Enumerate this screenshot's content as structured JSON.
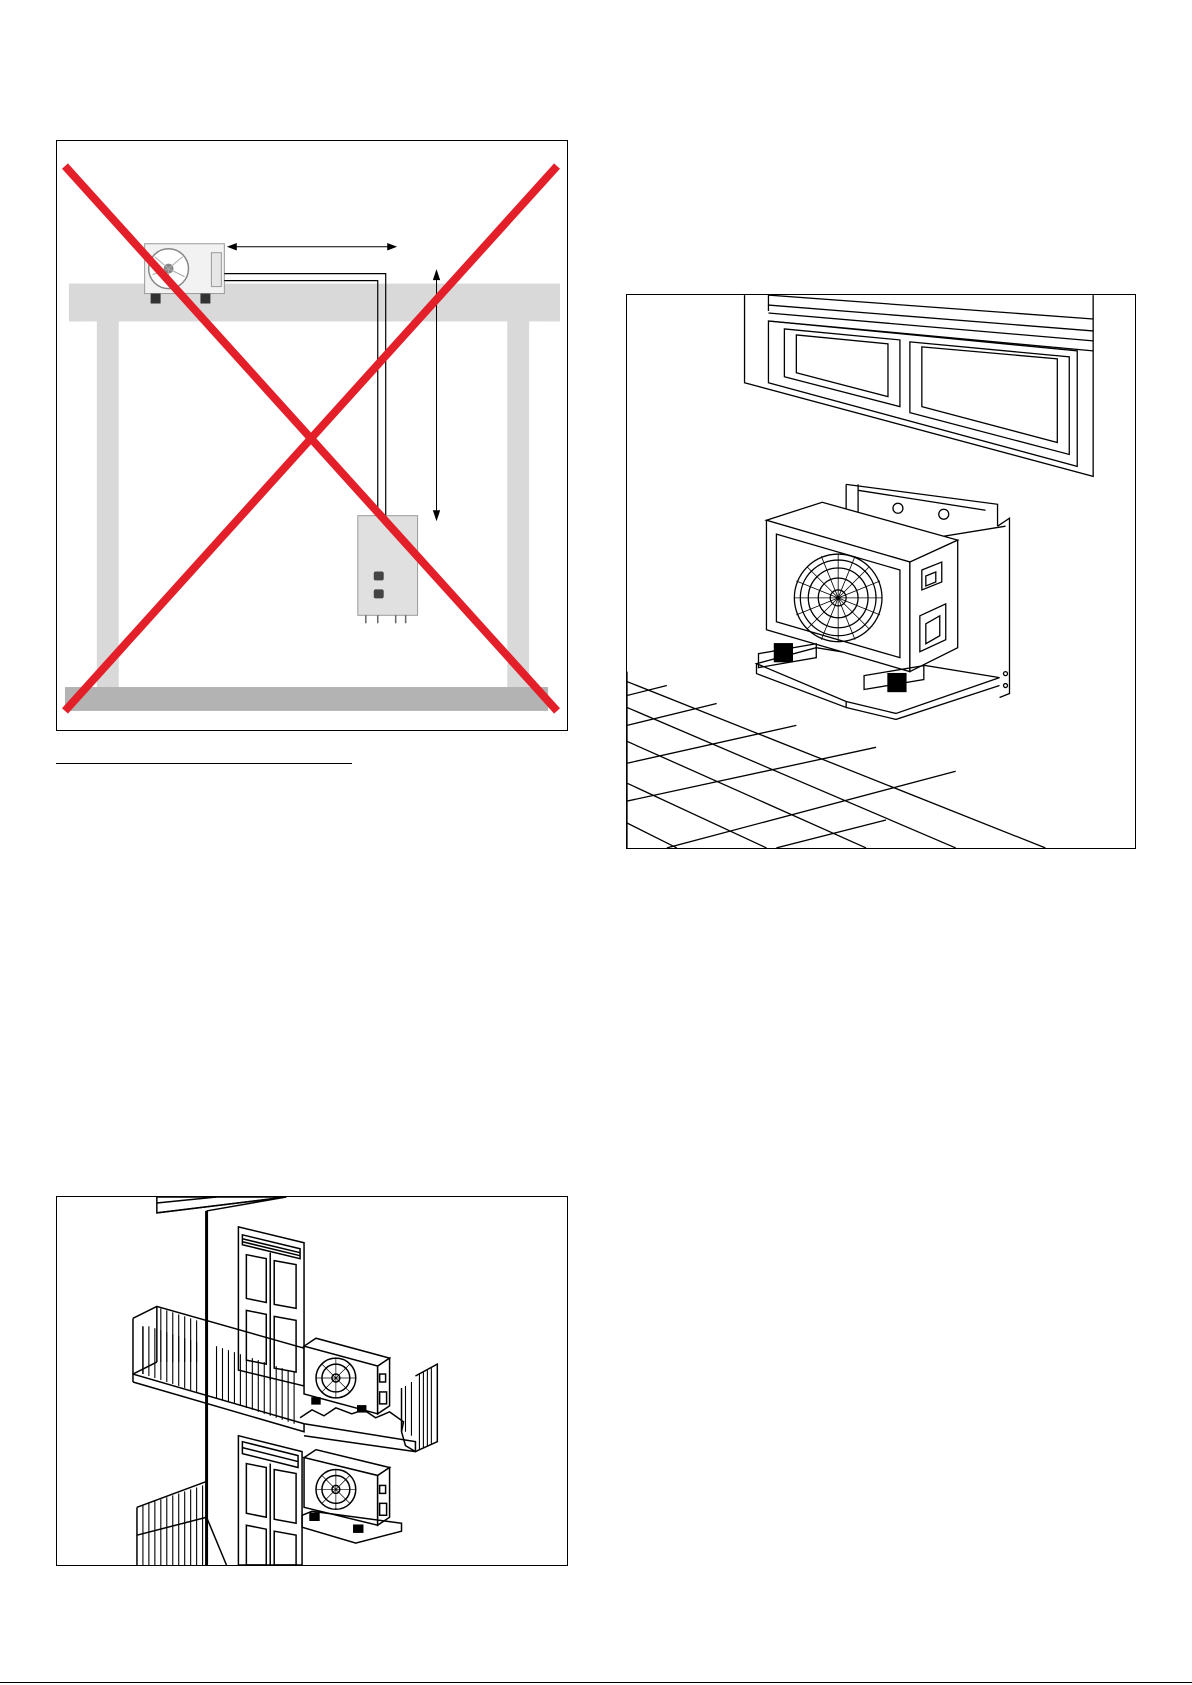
{
  "page": {
    "colors": {
      "cross": "#e3202a",
      "structure": "#d9d9d9",
      "floor": "#b3b3b3",
      "line": "#000000"
    }
  },
  "figures": [
    {
      "id": "fig1",
      "icon": "incorrect-installation-cross-icon"
    },
    {
      "id": "fig2",
      "icon": "wall-bracket-outdoor-unit-icon"
    },
    {
      "id": "fig3",
      "icon": "balcony-outdoor-units-icon"
    }
  ]
}
